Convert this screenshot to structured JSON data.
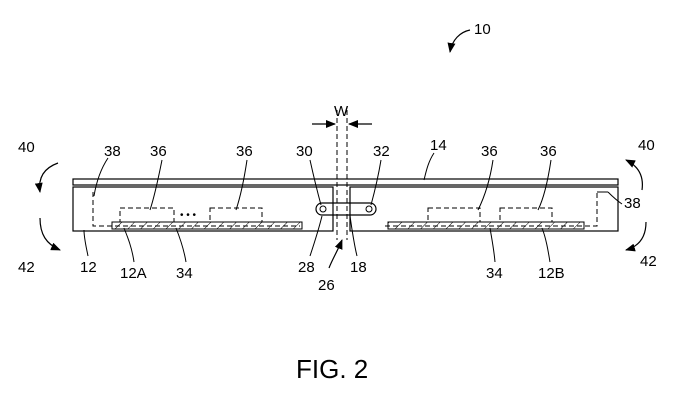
{
  "figure": {
    "caption": "FIG. 2",
    "width_label": "W",
    "dots": "• • •",
    "labels": {
      "n10": "10",
      "n14": "14",
      "n30": "30",
      "n32": "32",
      "n38_left": "38",
      "n38_right": "38",
      "n36_a": "36",
      "n36_b": "36",
      "n36_c": "36",
      "n36_d": "36",
      "n40_left": "40",
      "n40_right": "40",
      "n42_left": "42",
      "n42_right": "42",
      "n12": "12",
      "n12A": "12A",
      "n12B": "12B",
      "n34_left": "34",
      "n34_right": "34",
      "n28": "28",
      "n18": "18",
      "n26": "26"
    }
  }
}
